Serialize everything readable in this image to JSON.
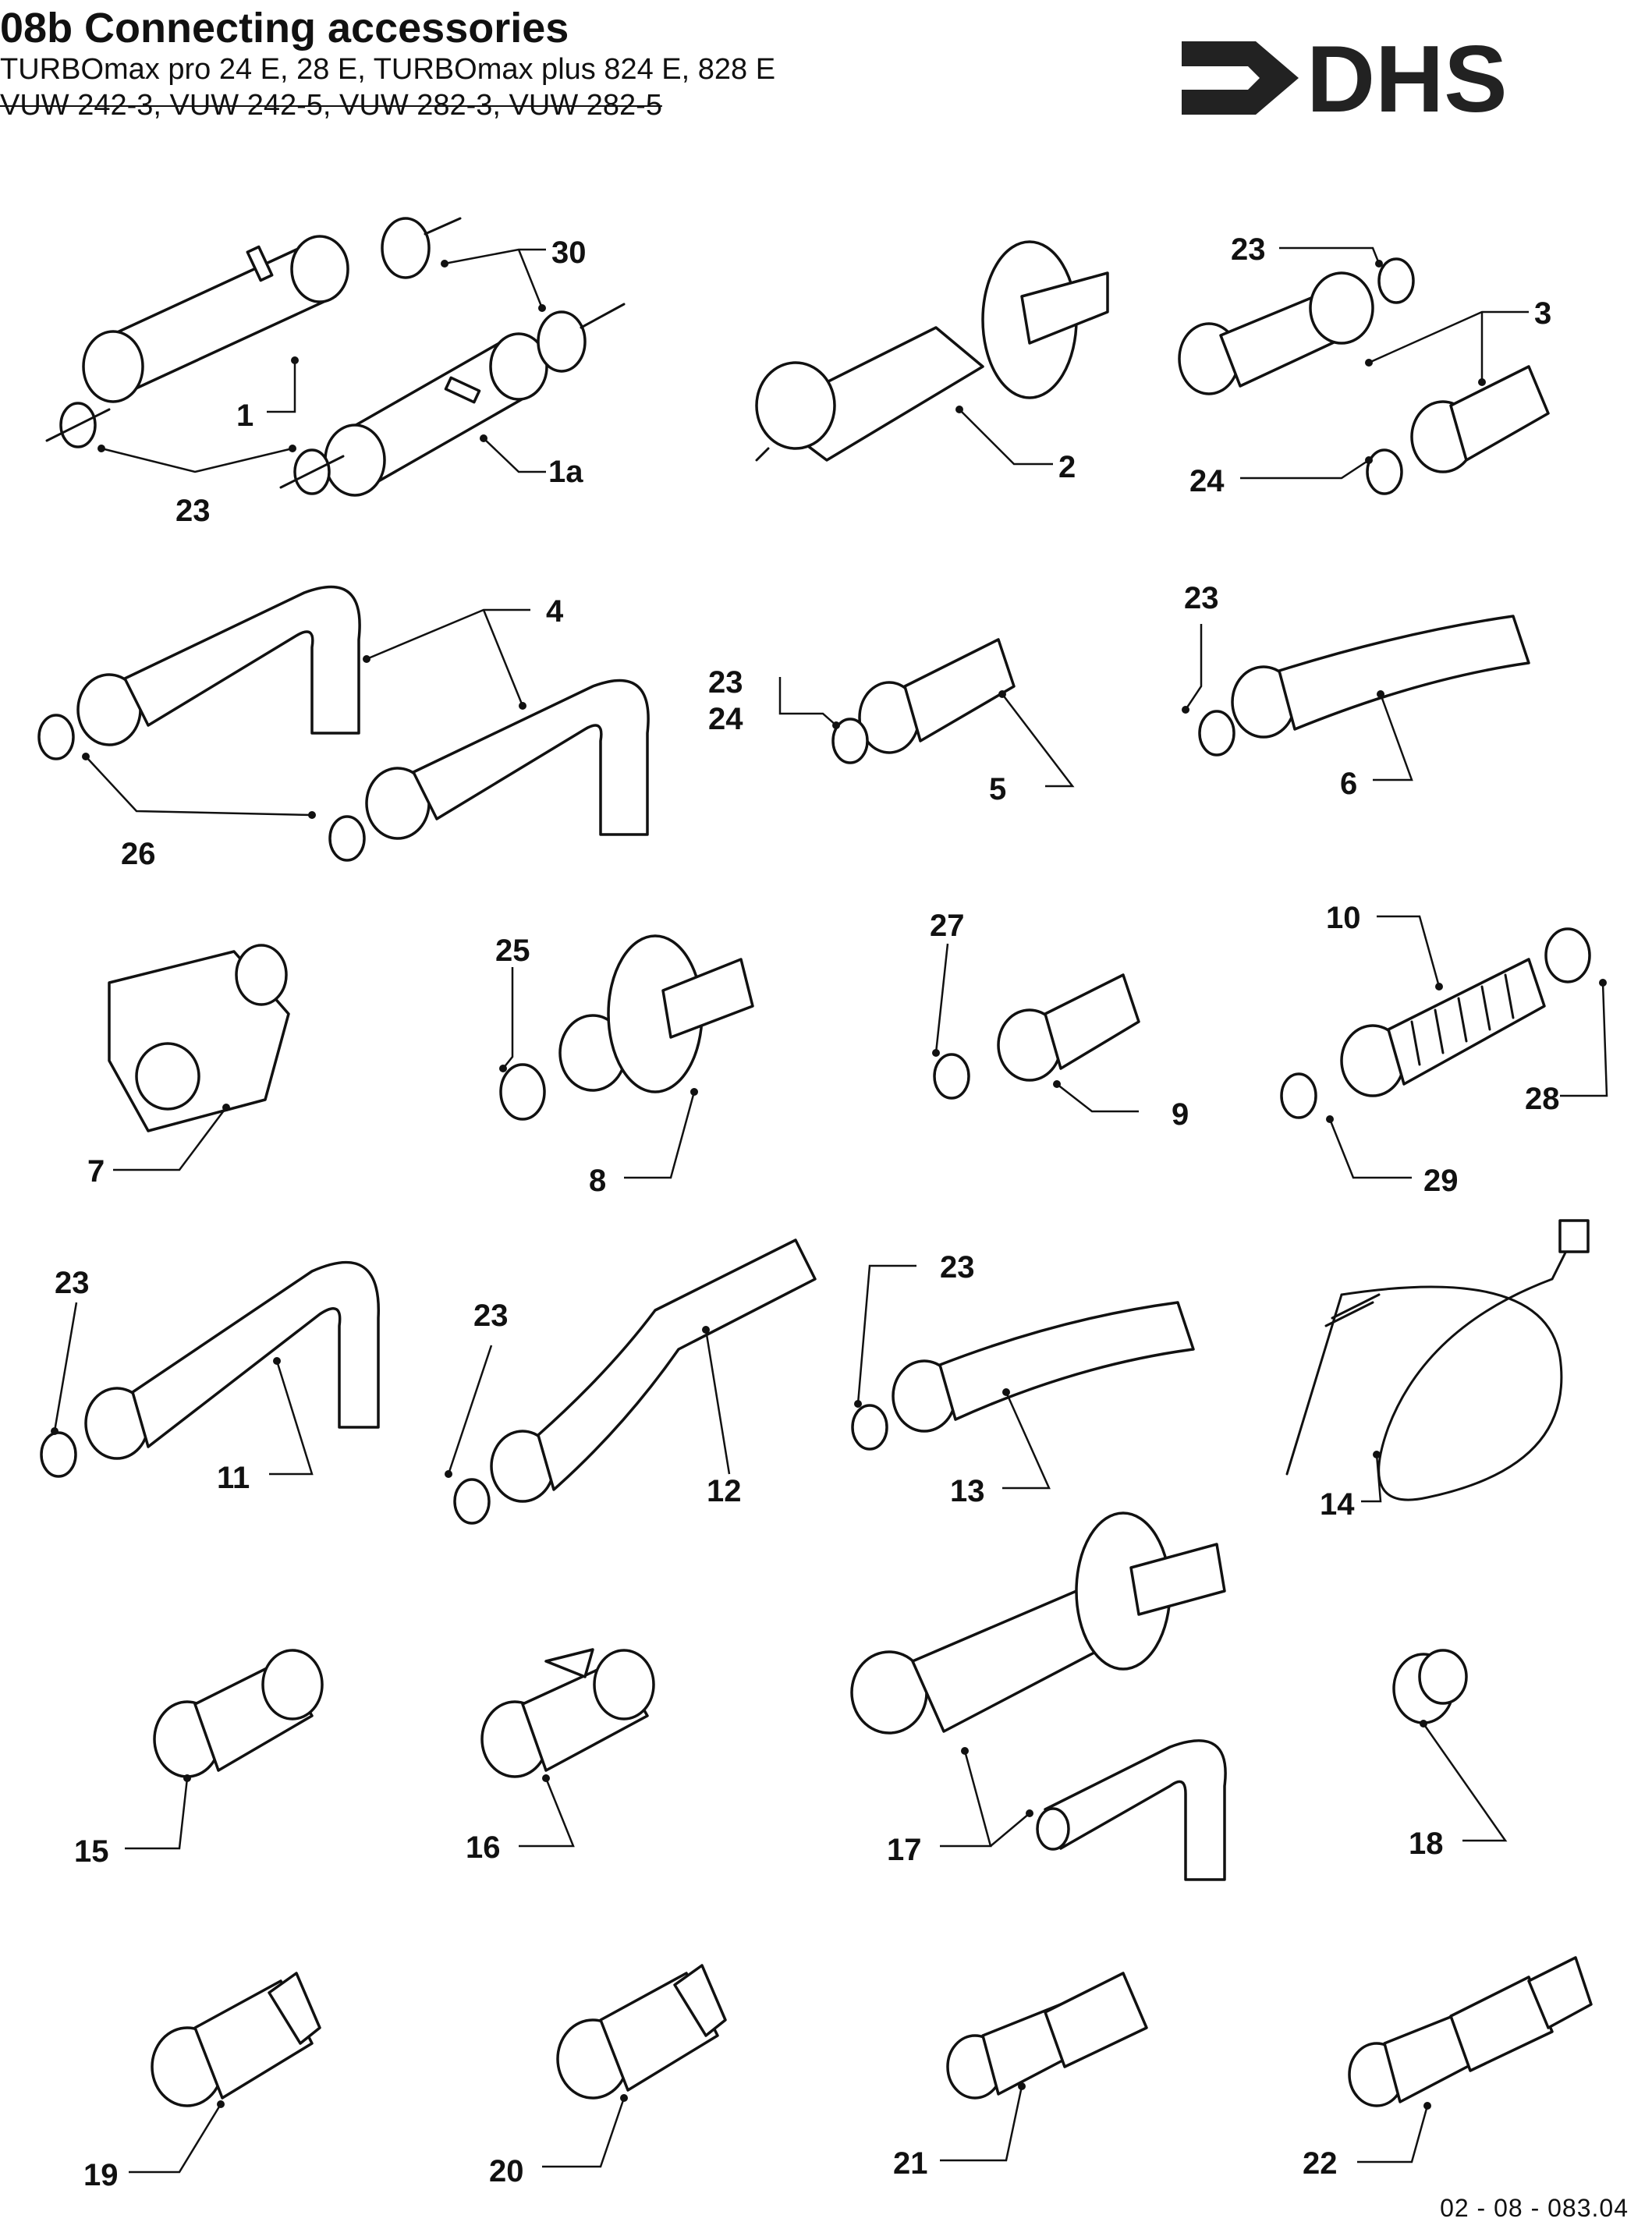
{
  "header": {
    "title": "08b Connecting accessories",
    "subtitle_line1": "TURBOmax pro 24 E, 28 E, TURBOmax plus 824 E, 828 E",
    "subtitle_line2": "VUW 242-3, VUW 242-5, VUW 282-3, VUW 282-5"
  },
  "logo": {
    "text": "DHS",
    "color": "#222222"
  },
  "diagram": {
    "labels": [
      "30",
      "1",
      "1a",
      "23",
      "2",
      "23",
      "3",
      "24",
      "4",
      "26",
      "23",
      "24",
      "5",
      "23",
      "6",
      "7",
      "25",
      "8",
      "27",
      "9",
      "10",
      "28",
      "29",
      "23",
      "11",
      "23",
      "12",
      "23",
      "13",
      "14",
      "15",
      "16",
      "17",
      "18",
      "19",
      "20",
      "21",
      "22"
    ]
  },
  "footer": {
    "doc_number": "02 - 08 - 083.04"
  }
}
